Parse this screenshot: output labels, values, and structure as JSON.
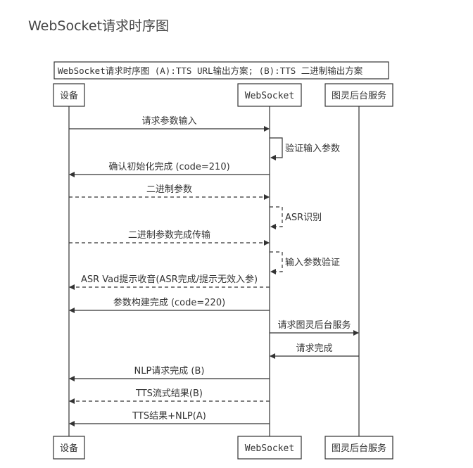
{
  "page": {
    "title": "WebSocket请求时序图"
  },
  "diagram": {
    "frame_title": "WebSocket请求时序图 (A):TTS URL输出方案; (B):TTS 二进制输出方案",
    "participants": [
      {
        "id": "device",
        "label": "设备"
      },
      {
        "id": "ws",
        "label": "WebSocket"
      },
      {
        "id": "backend",
        "label": "图灵后台服务"
      }
    ],
    "messages": [
      {
        "from": "device",
        "to": "ws",
        "label": "请求参数输入",
        "style": "solid"
      },
      {
        "from": "ws",
        "to": "ws",
        "label": "验证输入参数",
        "style": "solid"
      },
      {
        "from": "ws",
        "to": "device",
        "label": "确认初始化完成 (code=210)",
        "style": "solid"
      },
      {
        "from": "device",
        "to": "ws",
        "label": "二进制参数",
        "style": "dashed"
      },
      {
        "from": "ws",
        "to": "ws",
        "label": "ASR识别",
        "style": "dashed"
      },
      {
        "from": "device",
        "to": "ws",
        "label": "二进制参数完成传输",
        "style": "dashed"
      },
      {
        "from": "ws",
        "to": "ws",
        "label": "输入参数验证",
        "style": "dashed"
      },
      {
        "from": "ws",
        "to": "device",
        "label": "ASR Vad提示收音(ASR完成/提示无效入参)",
        "style": "dashed"
      },
      {
        "from": "ws",
        "to": "device",
        "label": "参数构建完成 (code=220)",
        "style": "solid"
      },
      {
        "from": "ws",
        "to": "backend",
        "label": "请求图灵后台服务",
        "style": "solid"
      },
      {
        "from": "backend",
        "to": "ws",
        "label": "请求完成",
        "style": "solid"
      },
      {
        "from": "ws",
        "to": "device",
        "label": "NLP请求完成 (B)",
        "style": "solid"
      },
      {
        "from": "ws",
        "to": "device",
        "label": "TTS流式结果(B)",
        "style": "dashed"
      },
      {
        "from": "ws",
        "to": "device",
        "label": "TTS结果+NLP(A)",
        "style": "solid"
      }
    ]
  },
  "colors": {
    "line": "#333333",
    "box_border": "#333333",
    "box_fill": "#ffffff",
    "title": "#444444"
  }
}
